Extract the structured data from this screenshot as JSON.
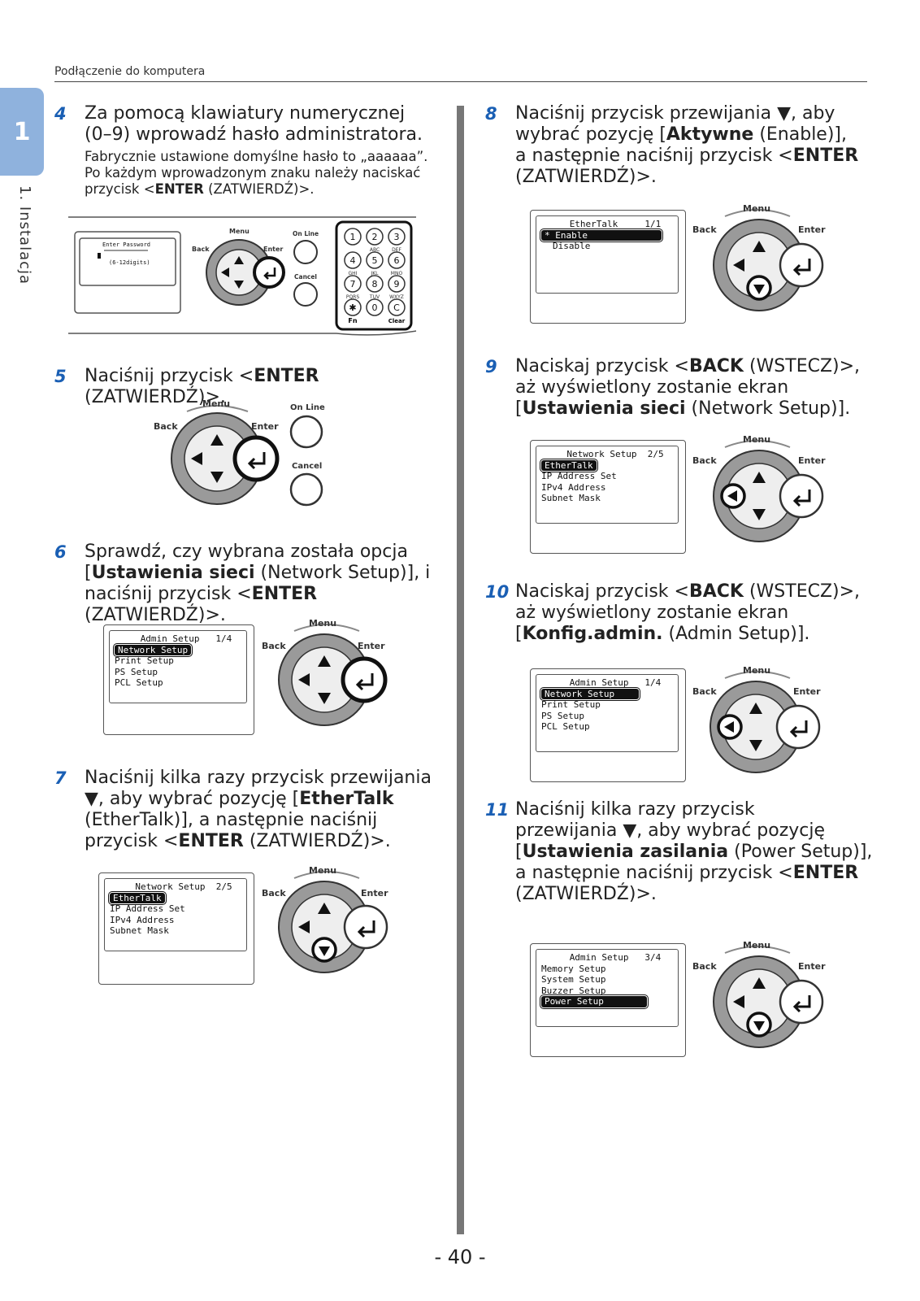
{
  "header": "Podłączenie do komputera",
  "chapter_tab": "1",
  "side_label": "1. Instalacja",
  "page_number": "- 40 -",
  "controls": {
    "back": "Back",
    "enter": "Enter",
    "menu": "Menu",
    "online": "On Line",
    "cancel": "Cancel",
    "fn": "Fn",
    "clear": "Clear",
    "keys": [
      "1",
      "2",
      "3",
      "4",
      "5",
      "6",
      "7",
      "8",
      "9",
      "✱",
      "0",
      "C"
    ],
    "key_letters": [
      "",
      "ABC",
      "DEF",
      "GHI",
      "JKL",
      "MNO",
      "PQRS",
      "TUV",
      "WXYZ",
      "",
      "",
      ""
    ]
  },
  "steps": {
    "s4": {
      "num": "4",
      "line1": "Za pomocą klawiatury numerycznej",
      "line2": "(0–9) wprowadź hasło administratora.",
      "sub1": "Fabrycznie ustawione domyślne hasło to „aaaaaa”.",
      "sub2": "Po każdym wprowadzonym znaku należy naciskać",
      "sub3a": "przycisk <",
      "sub3b": "ENTER",
      "sub3c": " (ZATWIERDŹ)>.",
      "lcd_title": "Enter Password",
      "lcd_hint": "(6-12digits)"
    },
    "s5": {
      "num": "5",
      "a": "Naciśnij przycisk <",
      "b": "ENTER",
      "c": " (ZATWIERDŹ)>."
    },
    "s6": {
      "num": "6",
      "l1": "Sprawdź, czy wybrana została opcja",
      "l2a": "[",
      "l2b": "Ustawienia sieci",
      "l2c": " (Network Setup)], i",
      "l3a": "naciśnij przycisk <",
      "l3b": "ENTER",
      "l3c": " (ZATWIERDŹ)>.",
      "lcd": {
        "title": "Admin Setup",
        "page": "1/4",
        "items": [
          "Network Setup",
          "Print Setup",
          "PS Setup",
          "PCL Setup"
        ]
      }
    },
    "s7": {
      "num": "7",
      "l1": "Naciśnij kilka razy przycisk przewijania",
      "l2a": "▼, aby wybrać pozycję [",
      "l2b": "EtherTalk",
      "l3": "(EtherTalk)], a następnie naciśnij",
      "l4a": "przycisk <",
      "l4b": "ENTER",
      "l4c": " (ZATWIERDŹ)>.",
      "lcd": {
        "title": "Network Setup",
        "page": "2/5",
        "items": [
          "EtherTalk",
          "IP Address Set",
          "IPv4 Address",
          "Subnet Mask"
        ]
      }
    },
    "s8": {
      "num": "8",
      "l1": "Naciśnij przycisk przewijania ▼, aby",
      "l2a": "wybrać pozycję [",
      "l2b": "Aktywne",
      "l2c": " (Enable)],",
      "l3a": "a następnie naciśnij przycisk <",
      "l3b": "ENTER",
      "l4": "(ZATWIERDŹ)>.",
      "lcd": {
        "title": "EtherTalk",
        "page": "1/1",
        "items": [
          "* Enable",
          "Disable"
        ]
      }
    },
    "s9": {
      "num": "9",
      "l1a": "Naciskaj przycisk <",
      "l1b": "BACK",
      "l1c": " (WSTECZ)>,",
      "l2": "aż wyświetlony zostanie ekran",
      "l3a": "[",
      "l3b": "Ustawienia sieci",
      "l3c": " (Network Setup)].",
      "lcd": {
        "title": "Network Setup",
        "page": "2/5",
        "items": [
          "EtherTalk",
          "IP Address Set",
          "IPv4 Address",
          "Subnet Mask"
        ]
      }
    },
    "s10": {
      "num": "10",
      "l1a": "Naciskaj przycisk <",
      "l1b": "BACK",
      "l1c": " (WSTECZ)>,",
      "l2": "aż wyświetlony zostanie ekran",
      "l3a": "[",
      "l3b": "Konfig.admin.",
      "l3c": " (Admin Setup)].",
      "lcd": {
        "title": "Admin Setup",
        "page": "1/4",
        "items": [
          "Network Setup",
          "Print Setup",
          "PS Setup",
          "PCL Setup"
        ]
      }
    },
    "s11": {
      "num": "11",
      "l1": "Naciśnij kilka razy przycisk",
      "l2": "przewijania ▼, aby wybrać pozycję",
      "l3a": "[",
      "l3b": "Ustawienia zasilania",
      "l3c": " (Power Setup)],",
      "l4a": "a następnie naciśnij przycisk <",
      "l4b": "ENTER",
      "l5": "(ZATWIERDŹ)>.",
      "lcd": {
        "title": "Admin Setup",
        "page": "3/4",
        "items": [
          "Memory Setup",
          "System Setup",
          "Buzzer Setup",
          "Power Setup"
        ]
      }
    }
  }
}
